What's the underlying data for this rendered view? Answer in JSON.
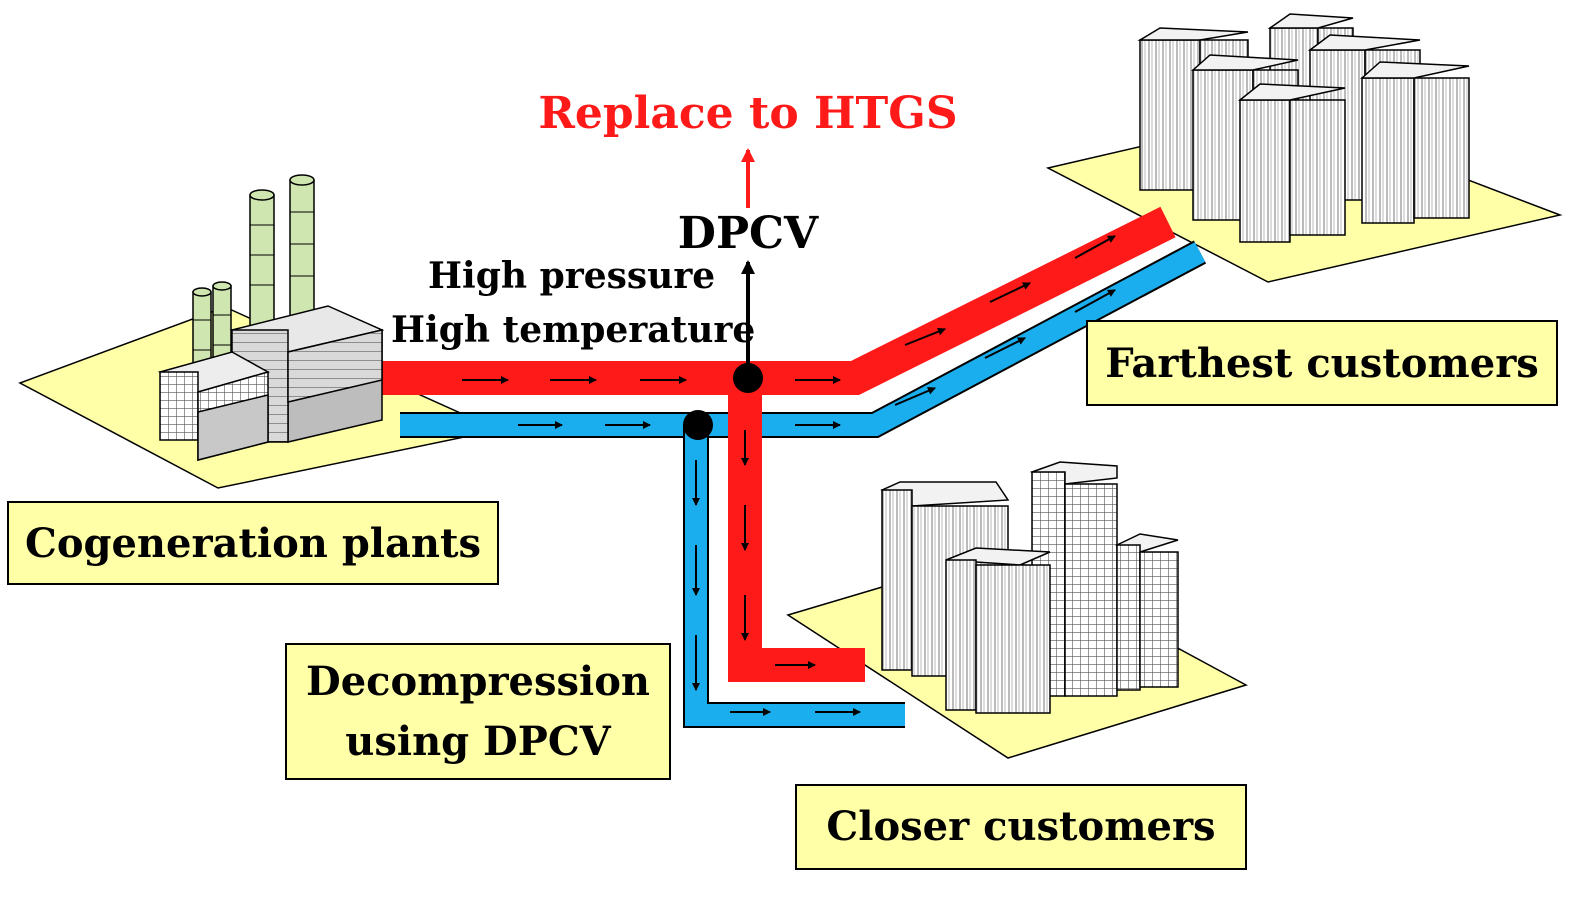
{
  "colors": {
    "supply_pipe": "#ff1a1a",
    "return_pipe": "#1aaeee",
    "label_box": "#ffffa8",
    "ground_pad": "#ffffa8",
    "highlight_text": "#ff1a1a"
  },
  "labels": {
    "replace_to_htgs": "Replace to HTGS",
    "dpcv": "DPCV",
    "high_pressure": "High pressure",
    "high_temperature": "High temperature",
    "farthest_customers": "Farthest customers",
    "cogeneration_plants": "Cogeneration plants",
    "decompression_line1": "Decompression",
    "decompression_line2": "using DPCV",
    "closer_customers": "Closer customers"
  }
}
